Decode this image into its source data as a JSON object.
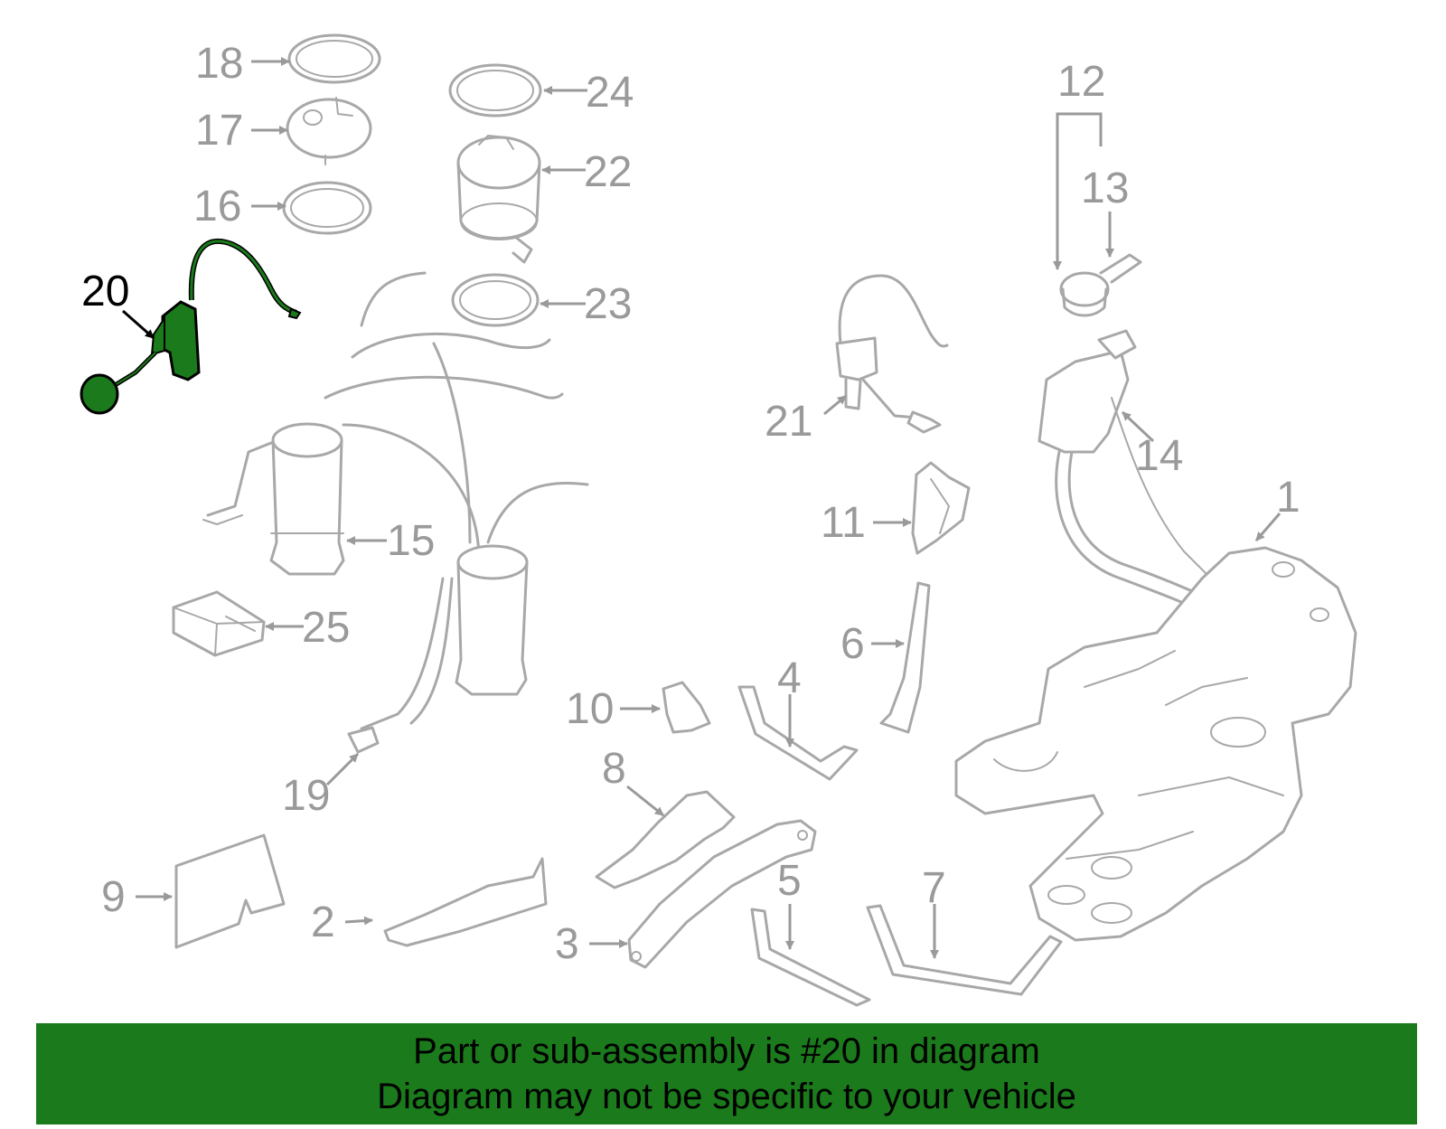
{
  "diagram": {
    "callouts": [
      {
        "id": "1",
        "label": "1"
      },
      {
        "id": "2",
        "label": "2"
      },
      {
        "id": "3",
        "label": "3"
      },
      {
        "id": "4",
        "label": "4"
      },
      {
        "id": "5",
        "label": "5"
      },
      {
        "id": "6",
        "label": "6"
      },
      {
        "id": "7",
        "label": "7"
      },
      {
        "id": "8",
        "label": "8"
      },
      {
        "id": "9",
        "label": "9"
      },
      {
        "id": "10",
        "label": "10"
      },
      {
        "id": "11",
        "label": "11"
      },
      {
        "id": "12",
        "label": "12"
      },
      {
        "id": "13",
        "label": "13"
      },
      {
        "id": "14",
        "label": "14"
      },
      {
        "id": "15",
        "label": "15"
      },
      {
        "id": "16",
        "label": "16"
      },
      {
        "id": "17",
        "label": "17"
      },
      {
        "id": "18",
        "label": "18"
      },
      {
        "id": "19",
        "label": "19"
      },
      {
        "id": "20",
        "label": "20"
      },
      {
        "id": "21",
        "label": "21"
      },
      {
        "id": "22",
        "label": "22"
      },
      {
        "id": "23",
        "label": "23"
      },
      {
        "id": "24",
        "label": "24"
      },
      {
        "id": "25",
        "label": "25"
      }
    ],
    "highlighted_part": "20",
    "highlight_color": "#1b7a1b",
    "line_color": "#a8a8a8"
  },
  "banner": {
    "line1": "Part or sub-assembly is #20 in diagram",
    "line2": "Diagram may not be specific to your vehicle",
    "background": "#1b7a1b"
  }
}
